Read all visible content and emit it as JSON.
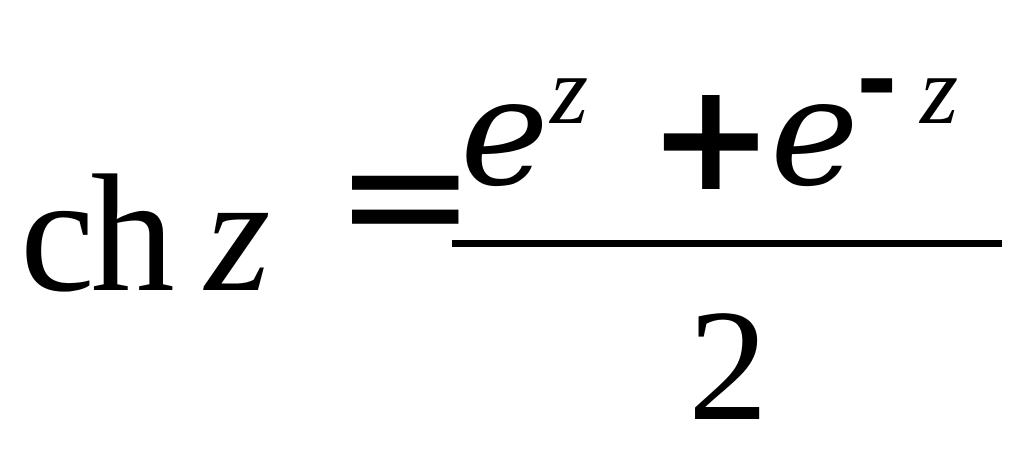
{
  "formula": {
    "lhs": {
      "function": "ch",
      "variable": "z"
    },
    "relation": "=",
    "numerator": {
      "term1": {
        "base": "e",
        "exponent": "z"
      },
      "operator": "+",
      "term2": {
        "base": "e",
        "exponent_sign": "-",
        "exponent_var": "z"
      }
    },
    "denominator": "2"
  }
}
